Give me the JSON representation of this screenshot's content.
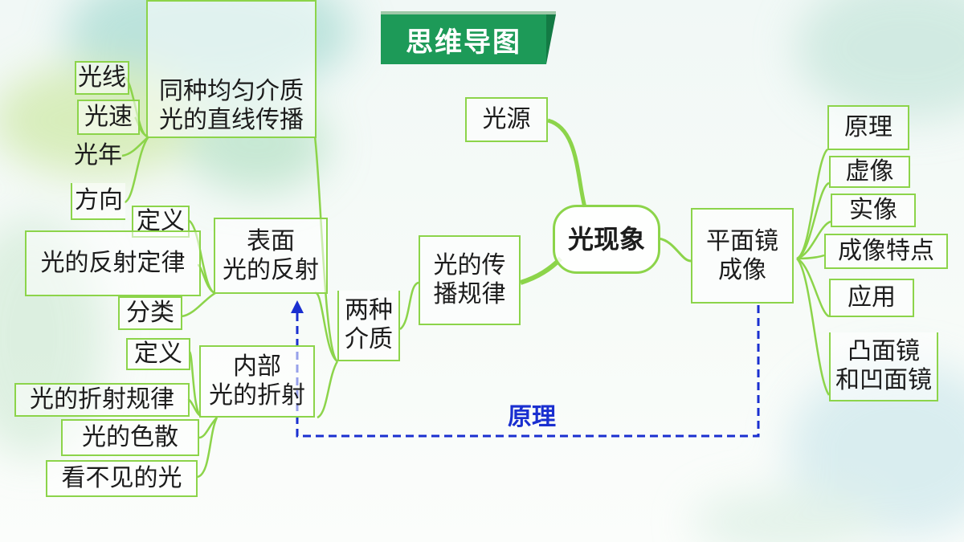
{
  "title": "思维导图",
  "center": "光现象",
  "source": "光源",
  "propagation": {
    "lines": [
      "光的传",
      "播规律"
    ]
  },
  "two_media": {
    "lines": [
      "两种",
      "介质"
    ]
  },
  "straight": {
    "lines": [
      "同种均匀介质",
      "光的直线传播"
    ],
    "items": [
      "光线",
      "光速",
      "光年",
      "方向"
    ]
  },
  "reflection": {
    "lines": [
      "表面",
      "光的反射"
    ],
    "items": [
      "定义",
      "光的反射定律",
      "分类"
    ]
  },
  "refraction": {
    "lines": [
      "内部",
      "光的折射"
    ],
    "items": [
      "定义",
      "光的折射规律",
      "光的色散",
      "看不见的光"
    ]
  },
  "mirror": {
    "lines": [
      "平面镜",
      "成像"
    ],
    "items": [
      "原理",
      "虚像",
      "实像",
      "成像特点",
      "应用"
    ],
    "convex": [
      "凸面镜",
      "和凹面镜"
    ]
  },
  "principle_label": "原理",
  "colors": {
    "line_green": "#8cd44a",
    "banner_green": "#1d9a58",
    "dashed_blue": "#1a2fd0"
  }
}
